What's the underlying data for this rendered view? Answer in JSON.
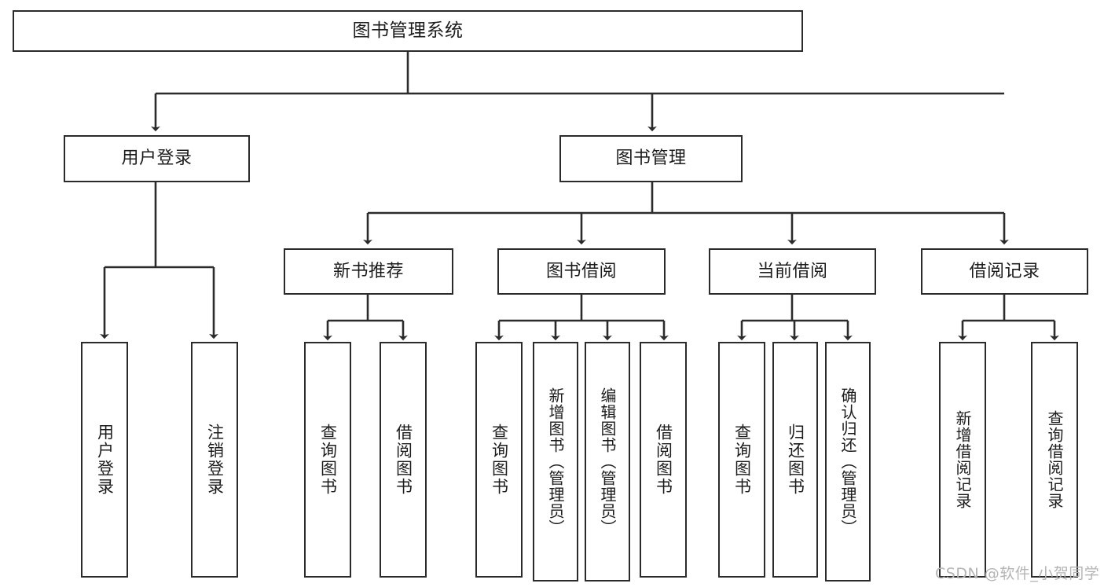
{
  "diagram": {
    "title": "图书管理系统",
    "type": "hierarchy-tree",
    "nodes": {
      "root": {
        "label": "图书管理系统"
      },
      "level1": [
        {
          "id": "user-login",
          "label": "用户登录"
        },
        {
          "id": "book-manage",
          "label": "图书管理"
        }
      ],
      "level2": [
        {
          "id": "new-book-rec",
          "label": "新书推荐",
          "parent": "book-manage"
        },
        {
          "id": "book-borrow",
          "label": "图书借阅",
          "parent": "book-manage"
        },
        {
          "id": "current-borrow",
          "label": "当前借阅",
          "parent": "book-manage"
        },
        {
          "id": "borrow-record",
          "label": "借阅记录",
          "parent": "book-manage"
        }
      ],
      "leaves": [
        {
          "id": "leaf-user-login",
          "label": "用户登录",
          "parent": "user-login"
        },
        {
          "id": "leaf-logout",
          "label": "注销登录",
          "parent": "user-login"
        },
        {
          "id": "leaf-query-book-1",
          "label": "查询图书",
          "parent": "new-book-rec"
        },
        {
          "id": "leaf-borrow-book-1",
          "label": "借阅图书",
          "parent": "new-book-rec"
        },
        {
          "id": "leaf-query-book-2",
          "label": "查询图书",
          "parent": "book-borrow"
        },
        {
          "id": "leaf-add-book",
          "label": "新增图书（管理员）",
          "parent": "book-borrow"
        },
        {
          "id": "leaf-edit-book",
          "label": "编辑图书（管理员）",
          "parent": "book-borrow"
        },
        {
          "id": "leaf-borrow-book-2",
          "label": "借阅图书",
          "parent": "book-borrow"
        },
        {
          "id": "leaf-query-book-3",
          "label": "查询图书",
          "parent": "current-borrow"
        },
        {
          "id": "leaf-return-book",
          "label": "归还图书",
          "parent": "current-borrow"
        },
        {
          "id": "leaf-confirm-return",
          "label": "确认归还（管理员）",
          "parent": "current-borrow"
        },
        {
          "id": "leaf-add-record",
          "label": "新增借阅记录",
          "parent": "borrow-record"
        },
        {
          "id": "leaf-query-record",
          "label": "查询借阅记录",
          "parent": "borrow-record"
        }
      ]
    },
    "colors": {
      "stroke": "#2b2b2b",
      "fill": "#ffffff",
      "text": "#1c1c1c",
      "watermark": "#b4b4b4"
    }
  },
  "watermark": {
    "text": "CSDN @软件_小贺同学"
  }
}
